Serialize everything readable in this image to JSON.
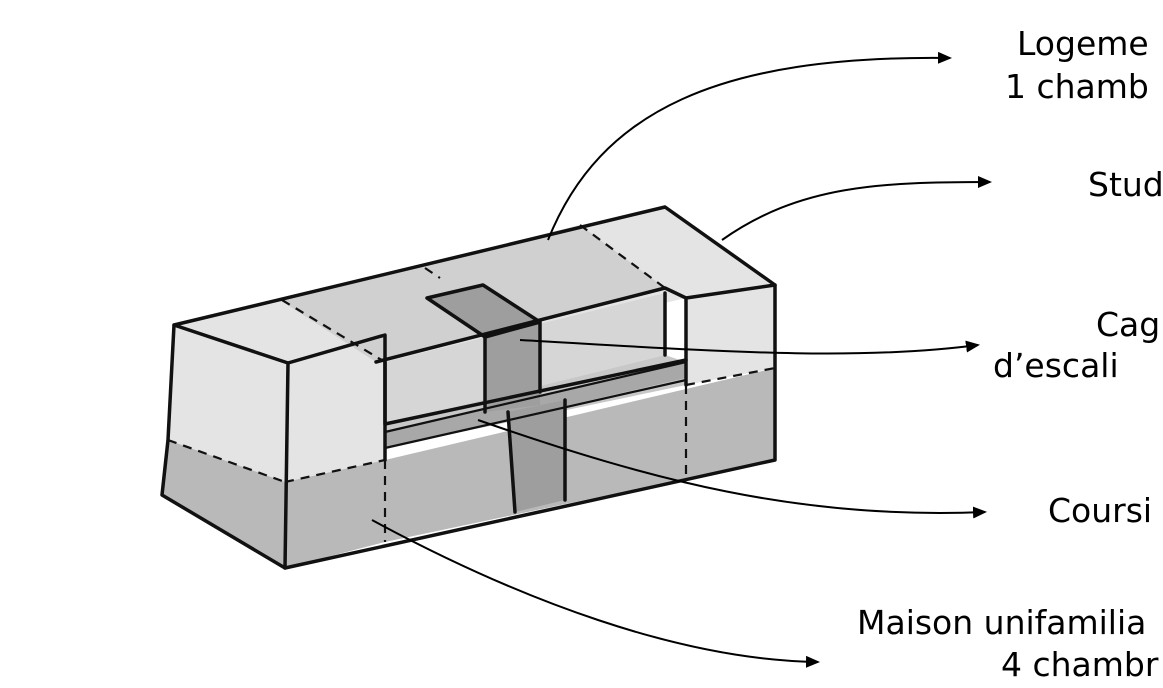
{
  "labels": {
    "logement_line1": "Logeme",
    "logement_line2": "1 chamb",
    "studio": "Stud",
    "cage_line1": "Cag",
    "cage_line2": "d’escali",
    "coursive": "Coursi",
    "maison_line1": "Maison unifamilia",
    "maison_line2": "4 chambr"
  },
  "colors": {
    "upper_light": "#e4e4e4",
    "upper_mid": "#d0d0d0",
    "lower_gray": "#b9b9b9",
    "stair_dark": "#9e9e9e",
    "walkway": "#a8a8a8",
    "line": "#111111"
  }
}
